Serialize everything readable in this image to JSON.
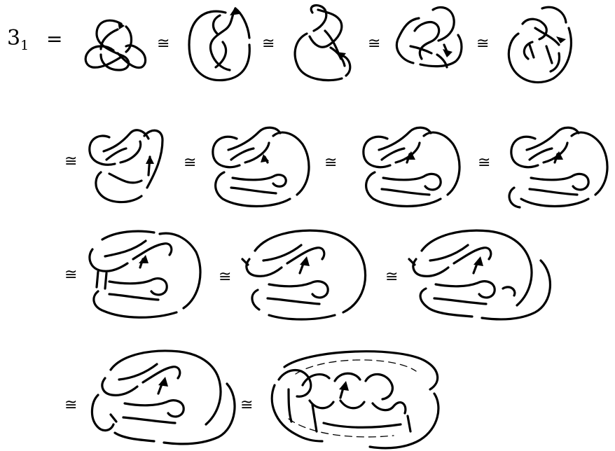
{
  "label": {
    "name": "3",
    "subscript": "1"
  },
  "equals": "=",
  "equiv": "≅",
  "rows": [
    {
      "steps": 5
    },
    {
      "steps": 4
    },
    {
      "steps": 3
    },
    {
      "steps": 2
    }
  ],
  "stroke_color": "#000000"
}
